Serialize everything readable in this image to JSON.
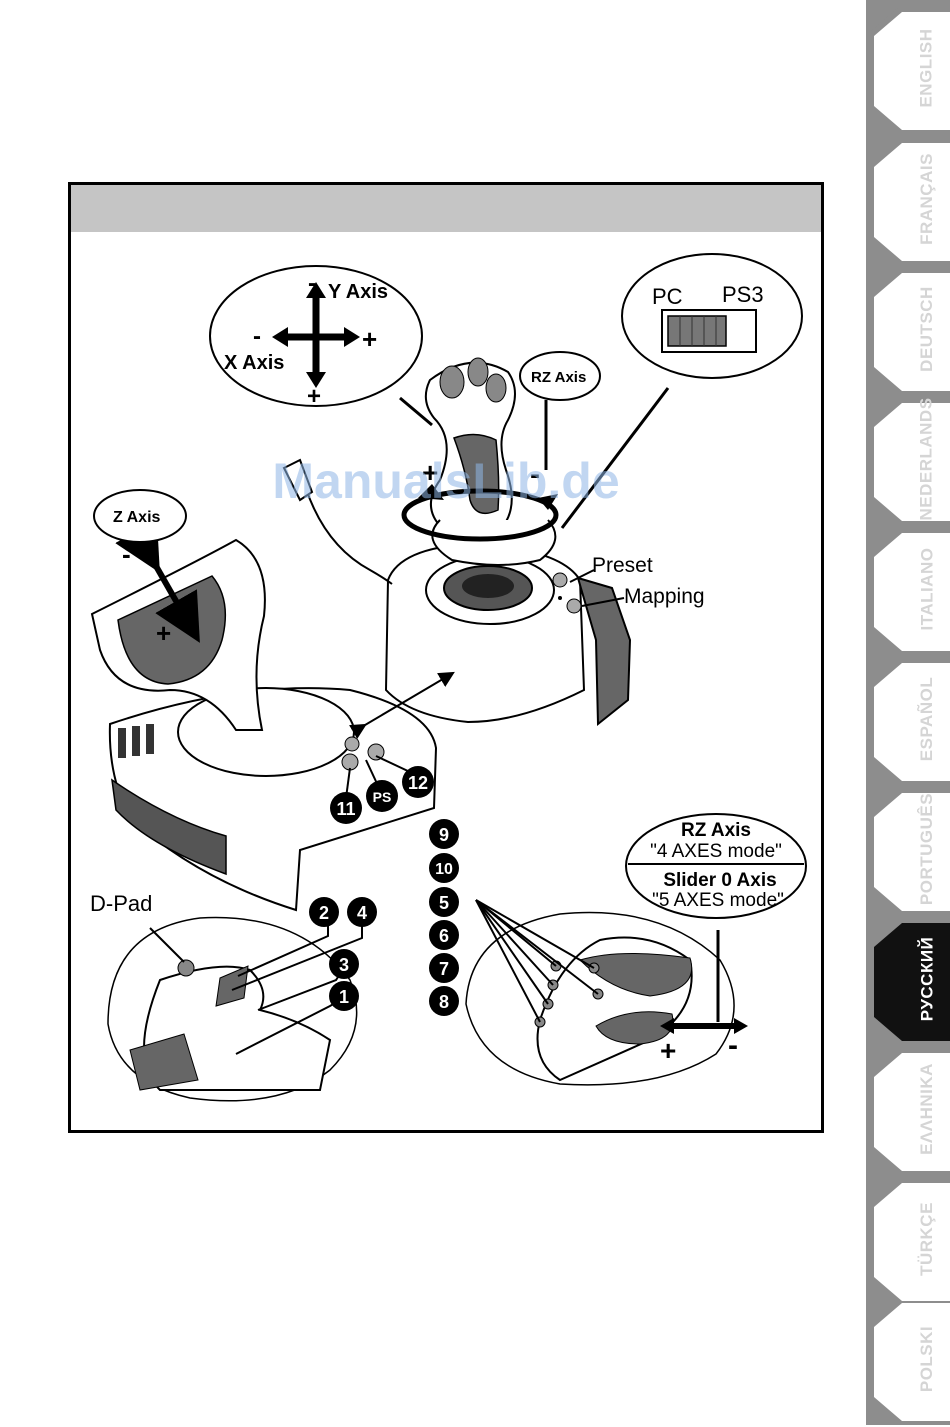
{
  "languages": [
    {
      "label": "ENGLISH",
      "active": false
    },
    {
      "label": "FRANÇAIS",
      "active": false
    },
    {
      "label": "DEUTSCH",
      "active": false
    },
    {
      "label": "NEDERLANDS",
      "active": false
    },
    {
      "label": "ITALIANO",
      "active": false
    },
    {
      "label": "ESPAÑOL",
      "active": false
    },
    {
      "label": "PORTUGUÊS",
      "active": false
    },
    {
      "label": "РУССКИЙ",
      "active": true
    },
    {
      "label": "ΕΛΛΗΝΙΚΑ",
      "active": false
    },
    {
      "label": "TÜRKÇE",
      "active": false
    },
    {
      "label": "POLSKI",
      "active": false
    }
  ],
  "diagram": {
    "y_axis": "Y Axis",
    "x_axis": "X Axis",
    "rz_axis": "RZ Axis",
    "z_axis": "Z Axis",
    "switch_pc": "PC",
    "switch_ps3": "PS3",
    "preset": "Preset",
    "mapping": "Mapping",
    "dpad": "D-Pad",
    "plus": "+",
    "minus": "-",
    "mode4_title": "RZ Axis",
    "mode4_sub": "\"4 AXES mode\"",
    "mode5_title": "Slider 0 Axis",
    "mode5_sub": "\"5 AXES mode\"",
    "btn_11": "11",
    "btn_ps": "PS",
    "btn_12": "12",
    "btn_1": "1",
    "btn_2": "2",
    "btn_3": "3",
    "btn_4": "4",
    "btn_9": "9",
    "btn_10": "10",
    "btn_5": "5",
    "btn_6": "6",
    "btn_7": "7",
    "btn_8": "8"
  },
  "watermark": "ManualsLib.de"
}
